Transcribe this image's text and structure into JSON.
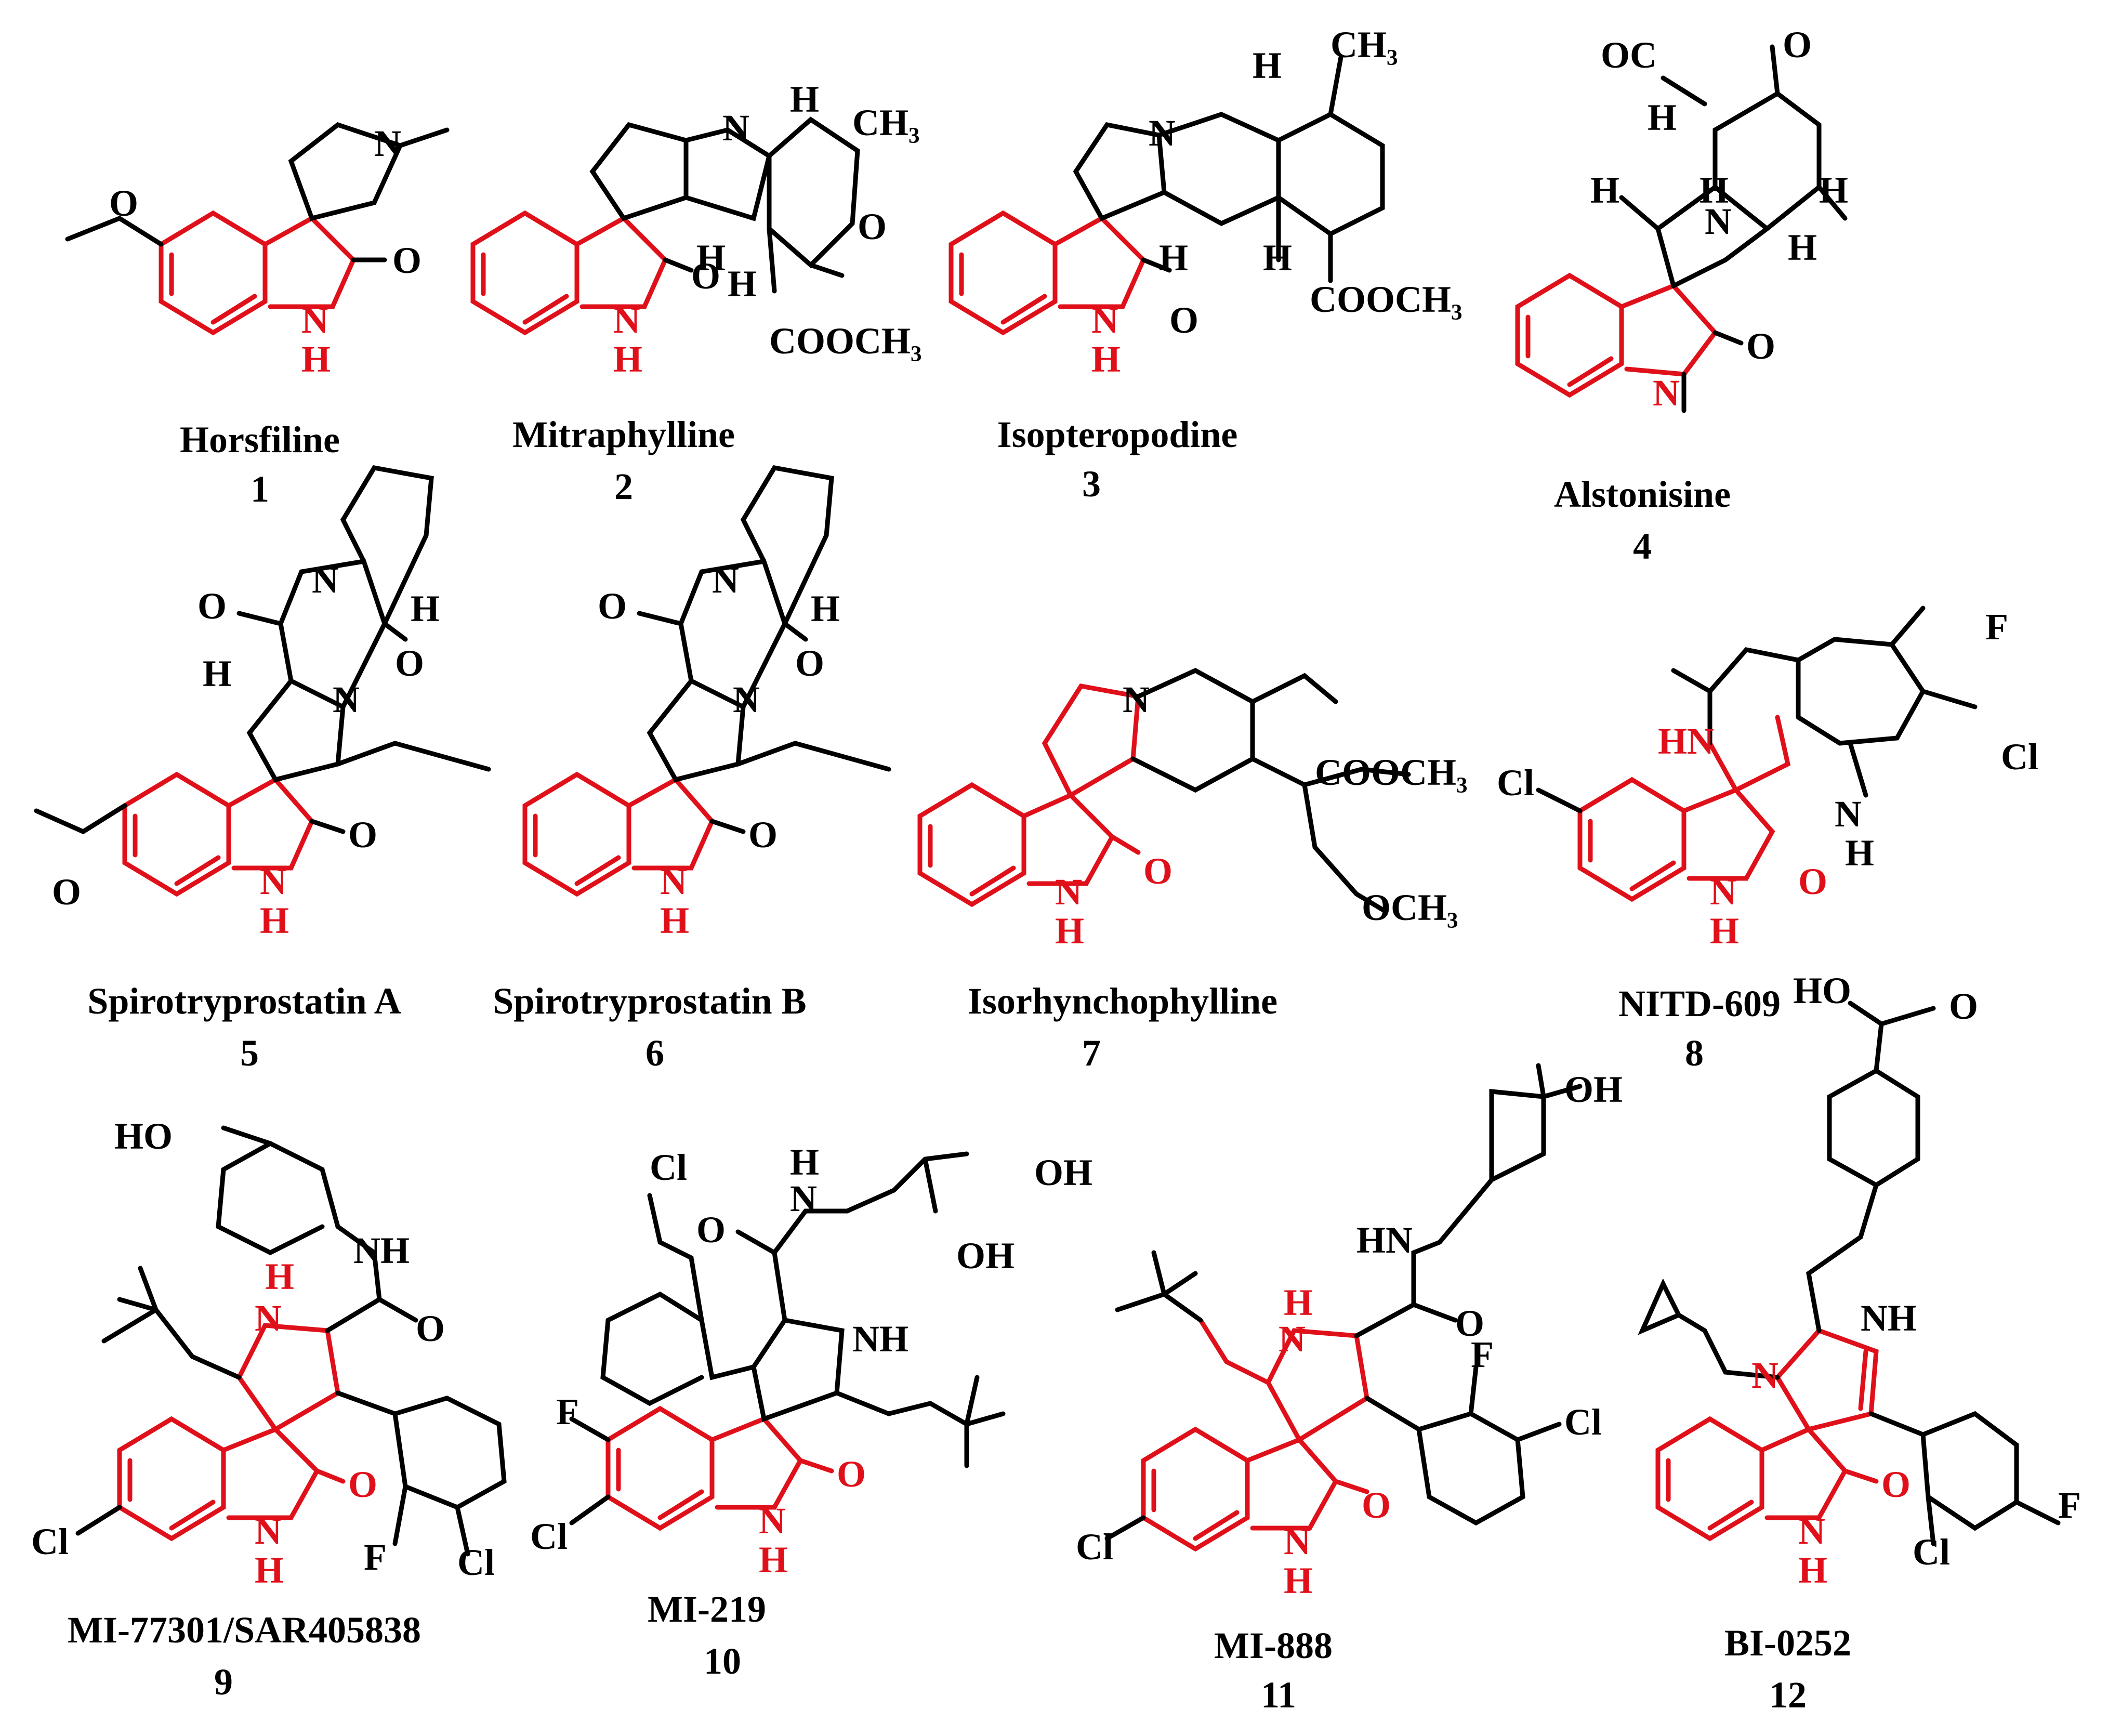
{
  "colors": {
    "scaffold": "#e0101a",
    "bonds": "#000000",
    "background": "#ffffff"
  },
  "compounds": [
    {
      "name": "Horsfiline",
      "number": "1"
    },
    {
      "name": "Mitraphylline",
      "number": "2"
    },
    {
      "name": "Isopteropodine",
      "number": "3"
    },
    {
      "name": "Alstonisine",
      "number": "4"
    },
    {
      "name": "Spirotryprostatin A",
      "number": "5"
    },
    {
      "name": "Spirotryprostatin B",
      "number": "6"
    },
    {
      "name": "Isorhynchophylline",
      "number": "7"
    },
    {
      "name": "NITD-609",
      "number": "8"
    },
    {
      "name": "MI-77301/SAR405838",
      "number": "9"
    },
    {
      "name": "MI-219",
      "number": "10"
    },
    {
      "name": "MI-888",
      "number": "11"
    },
    {
      "name": "BI-0252",
      "number": "12"
    }
  ],
  "atom_labels": {
    "N": "N",
    "NH": "NH",
    "O": "O",
    "H": "H",
    "HN": "HN",
    "F": "F",
    "Cl": "Cl",
    "OH": "OH",
    "HO": "HO",
    "CH3": "CH₃",
    "COOCH3": "COOCH₃",
    "OCH3": "OCH₃",
    "OC": "OC"
  }
}
